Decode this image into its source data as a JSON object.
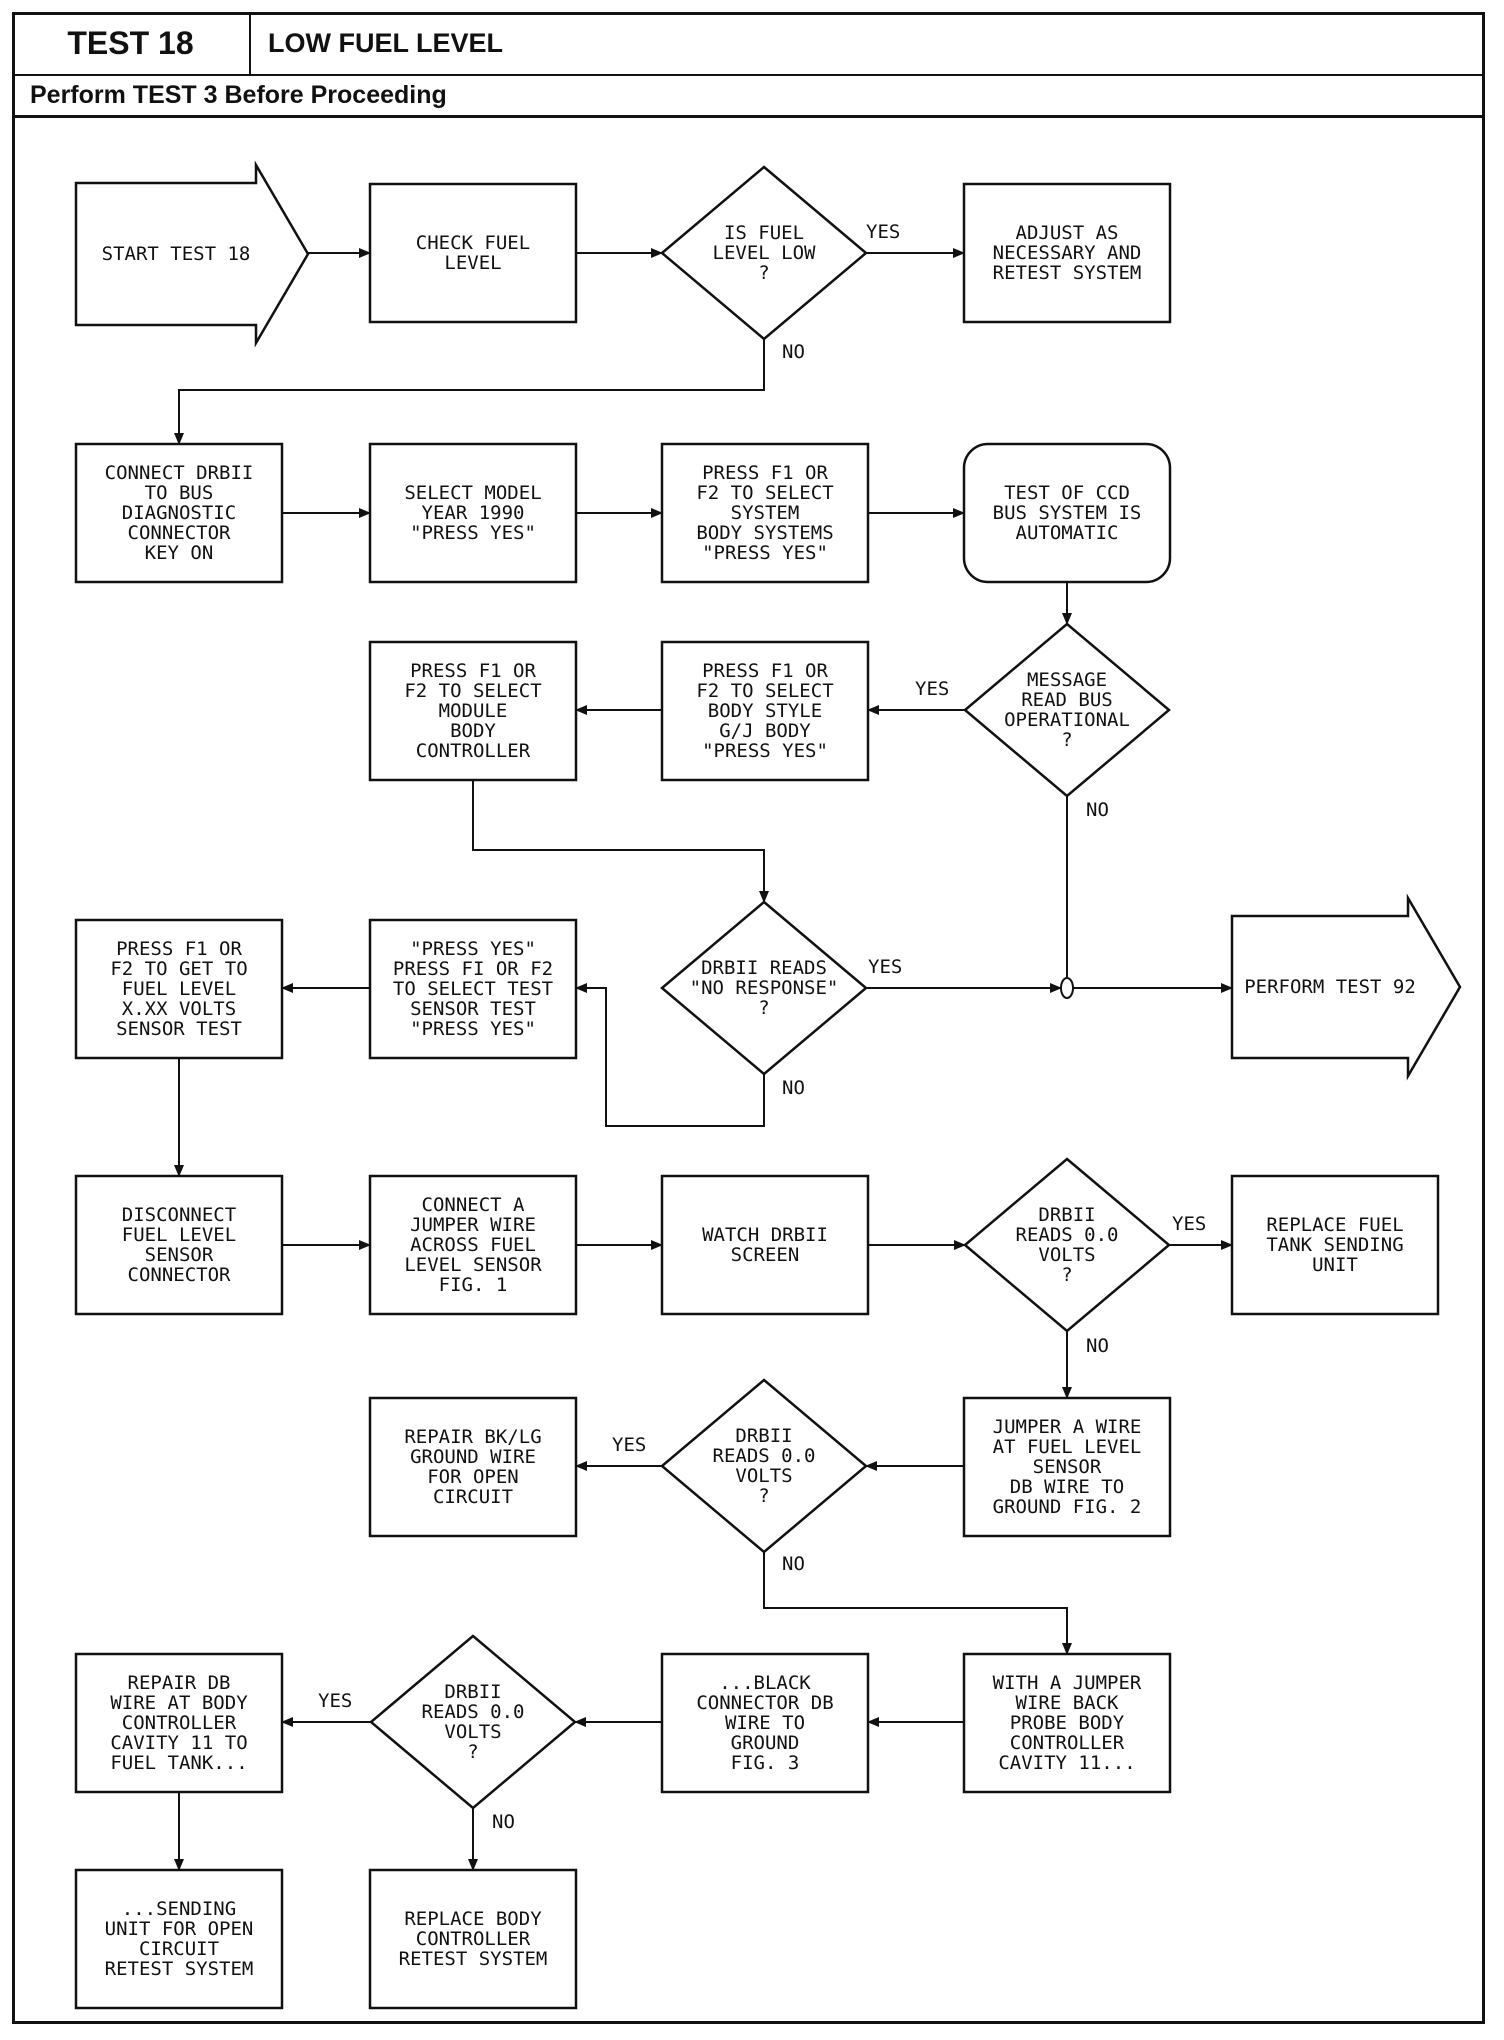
{
  "header": {
    "test_number": "TEST 18",
    "test_title": "LOW FUEL LEVEL",
    "prerequisite": "Perform TEST 3 Before Proceeding"
  },
  "nodes": {
    "start": [
      "START TEST 18"
    ],
    "check_fuel": [
      "CHECK FUEL",
      "LEVEL"
    ],
    "is_fuel_low": [
      "IS FUEL",
      "LEVEL LOW",
      "?"
    ],
    "adjust": [
      "ADJUST AS",
      "NECESSARY AND",
      "RETEST SYSTEM"
    ],
    "connect_drbii": [
      "CONNECT DRBII",
      "TO BUS",
      "DIAGNOSTIC",
      "CONNECTOR",
      "KEY ON"
    ],
    "select_model": [
      "SELECT MODEL",
      "YEAR 1990",
      "\"PRESS YES\""
    ],
    "press_f1_system": [
      "PRESS F1 OR",
      "F2 TO SELECT",
      "SYSTEM",
      "BODY SYSTEMS",
      "\"PRESS YES\""
    ],
    "ccd_test": [
      "TEST OF CCD",
      "BUS SYSTEM IS",
      "AUTOMATIC"
    ],
    "message_bus": [
      "MESSAGE",
      "READ BUS",
      "OPERATIONAL",
      "?"
    ],
    "press_f1_body_style": [
      "PRESS F1 OR",
      "F2 TO SELECT",
      "BODY STYLE",
      "G/J BODY",
      "\"PRESS YES\""
    ],
    "press_f1_module": [
      "PRESS F1 OR",
      "F2 TO SELECT",
      "MODULE",
      "BODY",
      "CONTROLLER"
    ],
    "no_response": [
      "DRBII READS",
      "\"NO RESPONSE\"",
      "?"
    ],
    "perform_92": [
      "PERFORM TEST 92"
    ],
    "press_yes_sensor": [
      "\"PRESS YES\"",
      "PRESS FI OR F2",
      "TO SELECT TEST",
      "SENSOR TEST",
      "\"PRESS YES\""
    ],
    "press_f1_fuel": [
      "PRESS F1 OR",
      "F2 TO GET TO",
      "FUEL LEVEL",
      "X.XX VOLTS",
      "SENSOR TEST"
    ],
    "disconnect_sensor": [
      "DISCONNECT",
      "FUEL LEVEL",
      "SENSOR",
      "CONNECTOR"
    ],
    "connect_jumper": [
      "CONNECT A",
      "JUMPER WIRE",
      "ACROSS FUEL",
      "LEVEL SENSOR",
      "FIG. 1"
    ],
    "watch_screen": [
      "WATCH DRBII",
      "SCREEN"
    ],
    "reads_00_a": [
      "DRBII",
      "READS 0.0",
      "VOLTS",
      "?"
    ],
    "replace_unit": [
      "REPLACE FUEL",
      "TANK SENDING",
      "UNIT"
    ],
    "jumper_db": [
      "JUMPER A WIRE",
      "AT FUEL LEVEL",
      "SENSOR",
      "DB WIRE TO",
      "GROUND FIG. 2"
    ],
    "reads_00_b": [
      "DRBII",
      "READS 0.0",
      "VOLTS",
      "?"
    ],
    "repair_bklg": [
      "REPAIR BK/LG",
      "GROUND WIRE",
      "FOR OPEN",
      "CIRCUIT"
    ],
    "with_jumper": [
      "WITH A JUMPER",
      "WIRE BACK",
      "PROBE BODY",
      "CONTROLLER",
      "CAVITY 11..."
    ],
    "black_connector": [
      "...BLACK",
      "CONNECTOR DB",
      "WIRE TO",
      "GROUND",
      "FIG. 3"
    ],
    "reads_00_c": [
      "DRBII",
      "READS 0.0",
      "VOLTS",
      "?"
    ],
    "repair_db": [
      "REPAIR DB",
      "WIRE AT BODY",
      "CONTROLLER",
      "CAVITY 11 TO",
      "FUEL TANK..."
    ],
    "sending_unit": [
      "...SENDING",
      "UNIT FOR OPEN",
      "CIRCUIT",
      "RETEST SYSTEM"
    ],
    "replace_body": [
      "REPLACE BODY",
      "CONTROLLER",
      "RETEST SYSTEM"
    ]
  },
  "branch_labels": {
    "yes": "YES",
    "no": "NO"
  }
}
